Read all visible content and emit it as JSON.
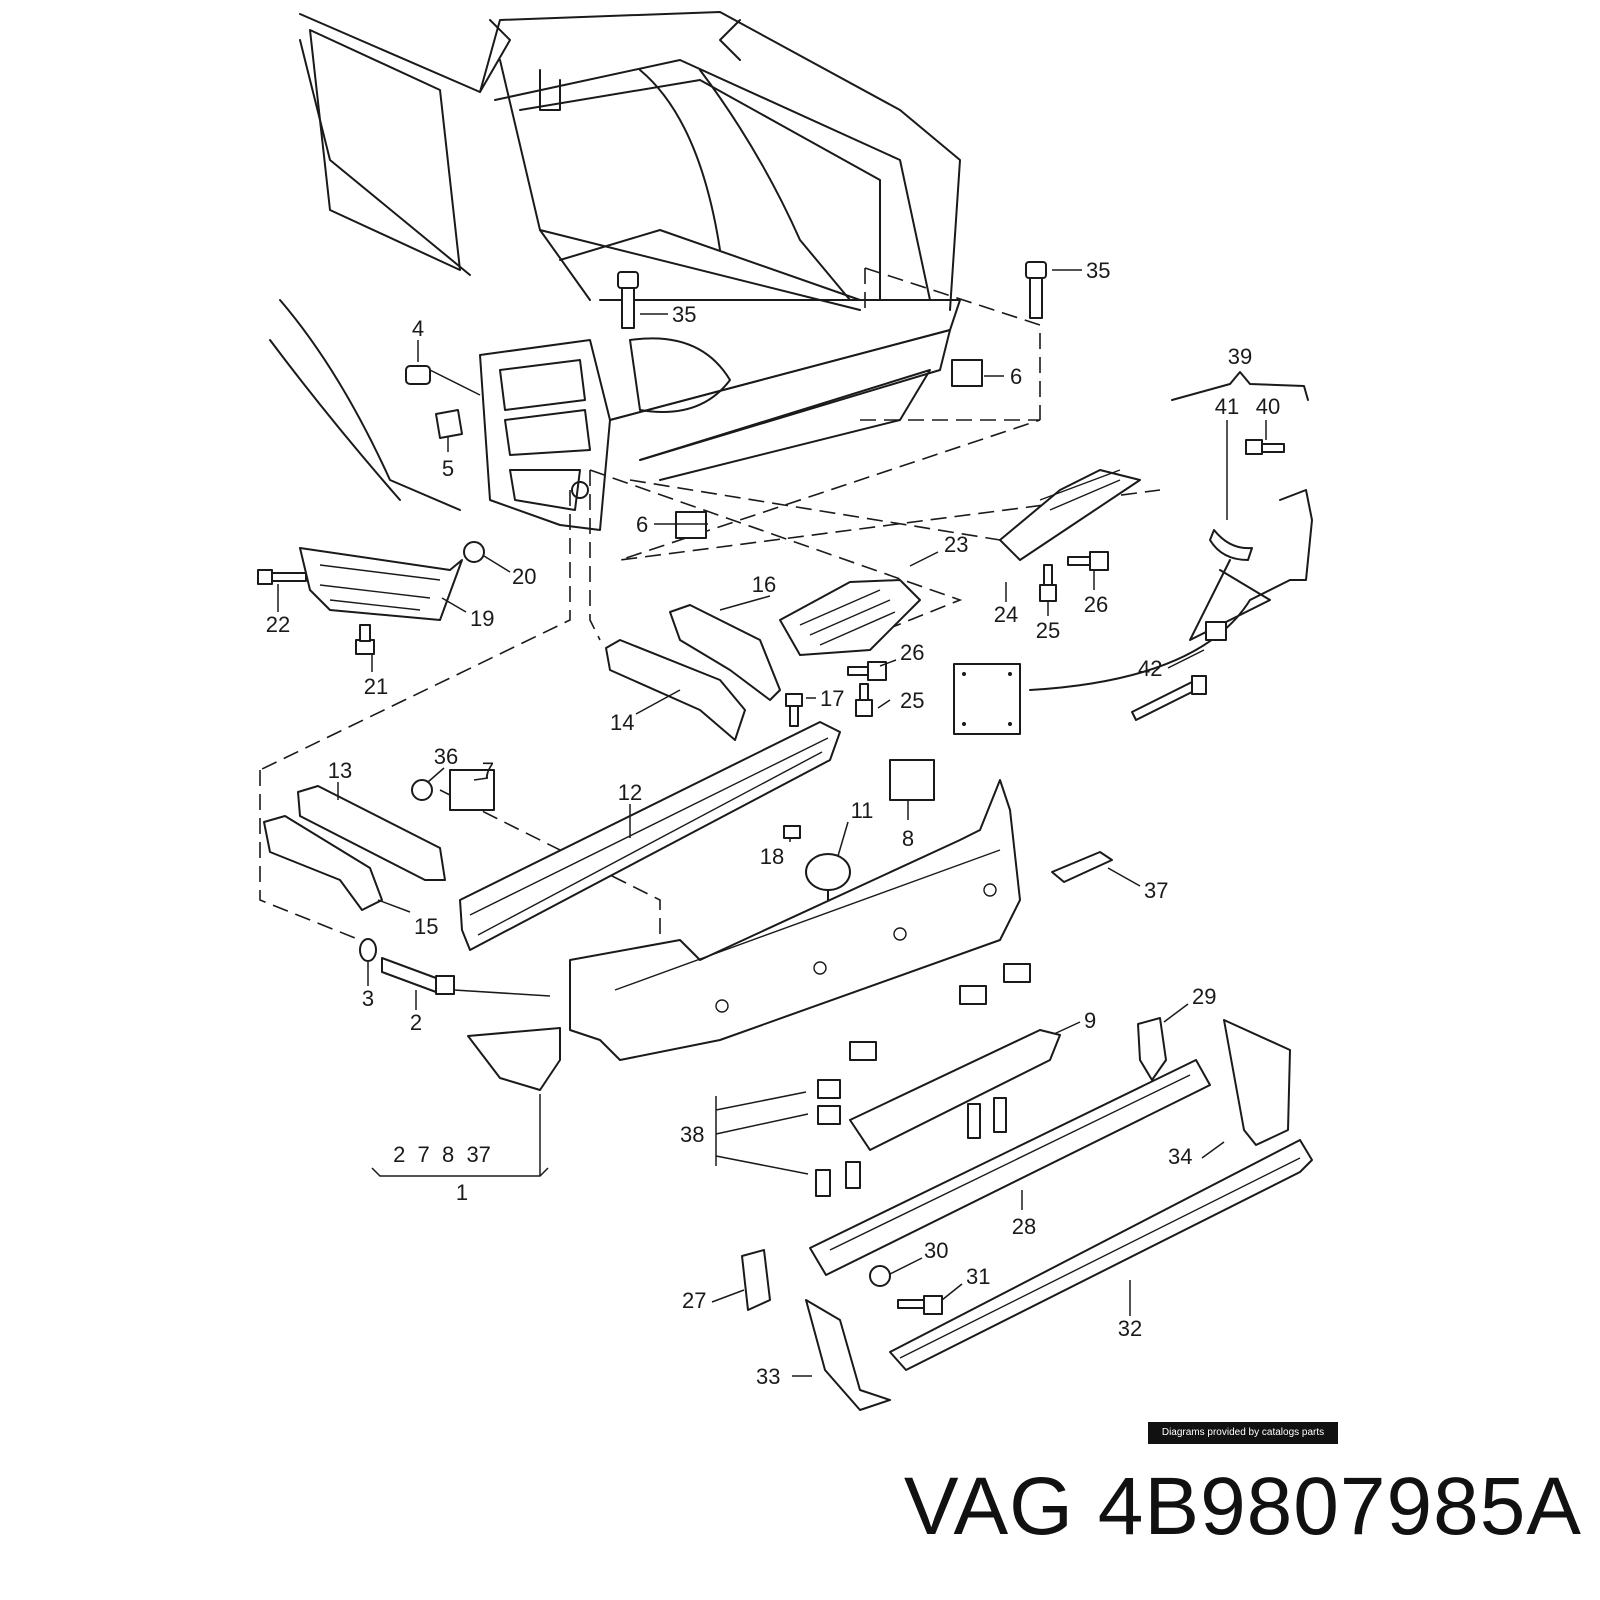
{
  "brand": "VAG",
  "part_number": "4B9807985A",
  "credit": "Diagrams provided by catalogs parts",
  "callouts": [
    {
      "id": "c-4",
      "text": "4"
    },
    {
      "id": "c-5",
      "text": "5"
    },
    {
      "id": "c-35a",
      "text": "35"
    },
    {
      "id": "c-35b",
      "text": "35"
    },
    {
      "id": "c-6a",
      "text": "6"
    },
    {
      "id": "c-6b",
      "text": "6"
    },
    {
      "id": "c-39",
      "text": "39"
    },
    {
      "id": "c-41",
      "text": "41"
    },
    {
      "id": "c-40",
      "text": "40"
    },
    {
      "id": "c-20",
      "text": "20"
    },
    {
      "id": "c-22",
      "text": "22"
    },
    {
      "id": "c-19",
      "text": "19"
    },
    {
      "id": "c-21",
      "text": "21"
    },
    {
      "id": "c-23",
      "text": "23"
    },
    {
      "id": "c-24",
      "text": "24"
    },
    {
      "id": "c-25a",
      "text": "25"
    },
    {
      "id": "c-26a",
      "text": "26"
    },
    {
      "id": "c-16",
      "text": "16"
    },
    {
      "id": "c-26b",
      "text": "26"
    },
    {
      "id": "c-17",
      "text": "17"
    },
    {
      "id": "c-25b",
      "text": "25"
    },
    {
      "id": "c-14",
      "text": "14"
    },
    {
      "id": "c-42",
      "text": "42"
    },
    {
      "id": "c-13",
      "text": "13"
    },
    {
      "id": "c-36",
      "text": "36"
    },
    {
      "id": "c-7",
      "text": "7"
    },
    {
      "id": "c-12",
      "text": "12"
    },
    {
      "id": "c-11",
      "text": "11"
    },
    {
      "id": "c-18",
      "text": "18"
    },
    {
      "id": "c-8",
      "text": "8"
    },
    {
      "id": "c-37",
      "text": "37"
    },
    {
      "id": "c-15",
      "text": "15"
    },
    {
      "id": "c-3",
      "text": "3"
    },
    {
      "id": "c-2",
      "text": "2"
    },
    {
      "id": "c-9",
      "text": "9"
    },
    {
      "id": "c-29",
      "text": "29"
    },
    {
      "id": "c-38",
      "text": "38"
    },
    {
      "id": "c-34",
      "text": "34"
    },
    {
      "id": "c-1-group",
      "text": "2  7  8  37"
    },
    {
      "id": "c-1",
      "text": "1"
    },
    {
      "id": "c-28",
      "text": "28"
    },
    {
      "id": "c-30",
      "text": "30"
    },
    {
      "id": "c-31",
      "text": "31"
    },
    {
      "id": "c-27",
      "text": "27"
    },
    {
      "id": "c-32",
      "text": "32"
    },
    {
      "id": "c-33",
      "text": "33"
    }
  ]
}
